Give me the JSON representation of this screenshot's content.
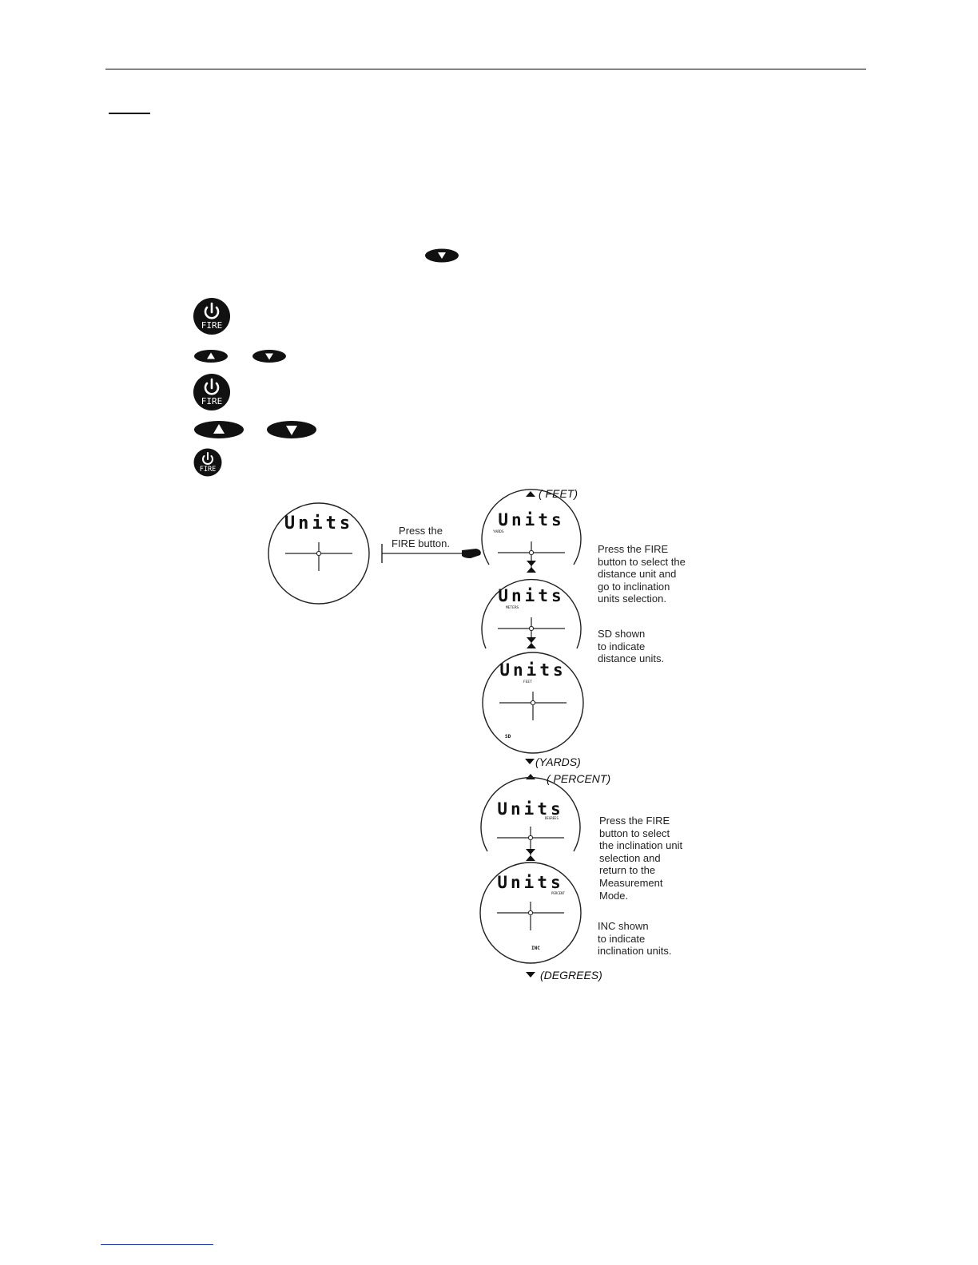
{
  "diagram": {
    "press_fire_note": [
      "Press the",
      "FIRE button."
    ],
    "distance_note": [
      "Press the FIRE",
      "button to select the",
      "distance unit and",
      "go to inclination",
      "units selection."
    ],
    "sd_note": [
      "SD shown",
      "to indicate",
      "distance units."
    ],
    "inclination_note": [
      "Press the FIRE",
      "button to select",
      "the inclination unit",
      "selection and",
      "return to the",
      "Measurement",
      "Mode."
    ],
    "inc_note": [
      "INC shown",
      "to indicate",
      "inclination units."
    ],
    "labels": {
      "feet": "( FEET)",
      "yards": "(YARDS)",
      "percent": "( PERCENT)",
      "degrees": "(DEGREES)"
    },
    "display_text": "Units",
    "indicator_sd": "SD",
    "indicator_inc": "INC",
    "unit_yards": "YARDS",
    "unit_meters": "METERS",
    "unit_feet": "FEET",
    "unit_degrees": "DEGREES",
    "unit_percent": "PERCENT"
  },
  "buttons": {
    "fire_label": "FIRE"
  },
  "colors": {
    "ink": "#111111",
    "rule": "#000000",
    "link_underline": "#1a3aa8"
  }
}
